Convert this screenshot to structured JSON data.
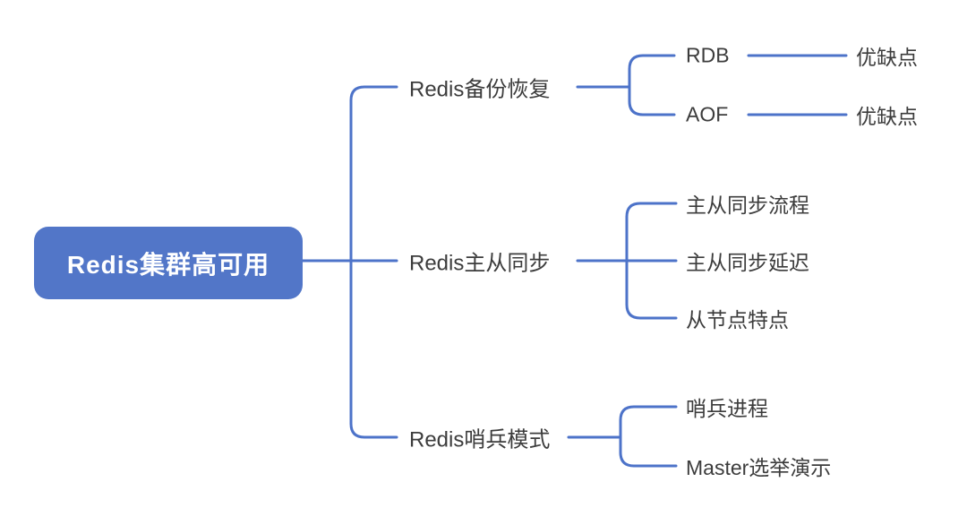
{
  "theme": {
    "node_fill": "#5276c8",
    "node_text": "#ffffff",
    "line_color": "#4d73c9",
    "text_color": "#3c3c3c",
    "bg": "#ffffff"
  },
  "mindmap": {
    "root": {
      "label": "Redis集群高可用"
    },
    "branches": [
      {
        "label": "Redis备份恢复",
        "children": [
          {
            "label": "RDB",
            "children": [
              {
                "label": "优缺点"
              }
            ]
          },
          {
            "label": "AOF",
            "children": [
              {
                "label": "优缺点"
              }
            ]
          }
        ]
      },
      {
        "label": "Redis主从同步",
        "children": [
          {
            "label": "主从同步流程"
          },
          {
            "label": "主从同步延迟"
          },
          {
            "label": "从节点特点"
          }
        ]
      },
      {
        "label": "Redis哨兵模式",
        "children": [
          {
            "label": "哨兵进程"
          },
          {
            "label": "Master选举演示"
          }
        ]
      }
    ]
  }
}
